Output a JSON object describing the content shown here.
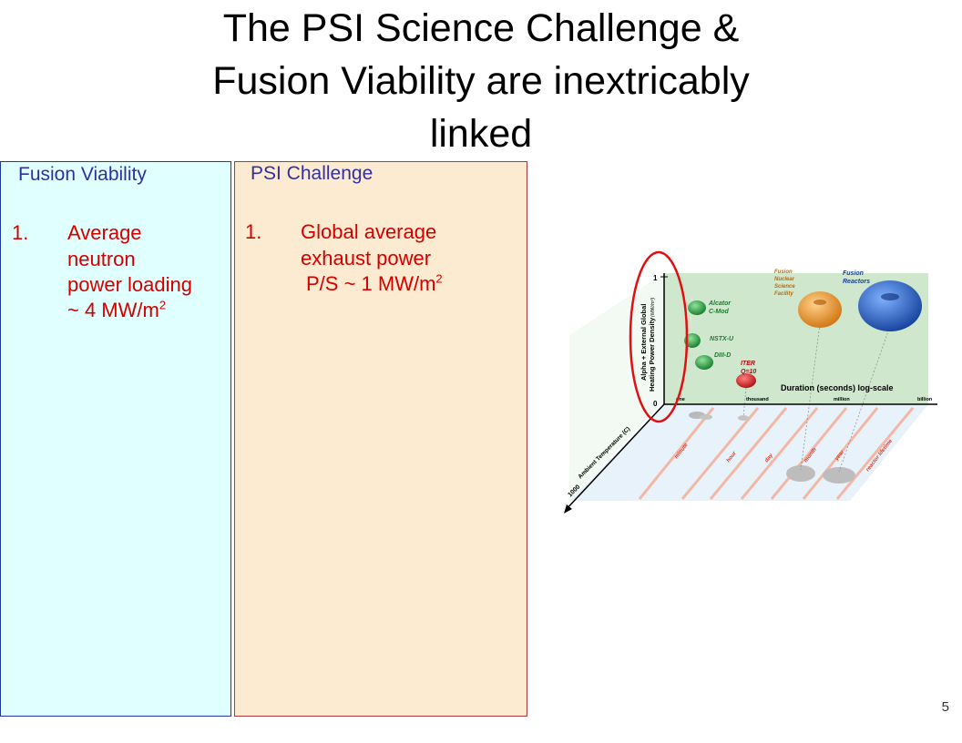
{
  "slide": {
    "title_line1": "The PSI Science Challenge &",
    "title_line2": "Fusion Viability are inextricably",
    "title_line3": "linked",
    "page_number": "5"
  },
  "left_panel": {
    "heading": "Fusion Viability",
    "item_number": "1.",
    "item_lines": [
      "Average",
      "neutron",
      "power loading"
    ],
    "item_value": "~ 4 MW/m",
    "item_sup": "2"
  },
  "right_panel": {
    "heading": "PSI Challenge",
    "item_number": "1.",
    "item_lines": [
      "Global average",
      "exhaust power"
    ],
    "item_value": "P/S ~ 1 MW/m",
    "item_sup": "2"
  },
  "figure": {
    "y_axis_label_1": "Alpha + External Global",
    "y_axis_label_2": "Heating Power Density",
    "y_axis_unit": "(MW/m³)",
    "y_tick_top": "1",
    "y_tick_bottom": "0",
    "x_axis_label": "Duration (seconds) log-scale",
    "x_ticks": [
      "one",
      "thousand",
      "million",
      "billion"
    ],
    "z_axis_label": "Ambient Temperature (C)",
    "z_tick": "1000",
    "floor_labels": [
      "minute",
      "hour",
      "day",
      "month",
      "year",
      "reactor lifetime"
    ],
    "devices": [
      {
        "name_1": "Alcator",
        "name_2": "C-Mod",
        "color": "#1e9a3a"
      },
      {
        "name_1": "NSTX-U",
        "name_2": "",
        "color": "#1e9a3a"
      },
      {
        "name_1": "DIII-D",
        "name_2": "",
        "color": "#1e9a3a"
      },
      {
        "name_1": "ITER",
        "name_2": "Q=10",
        "color": "#d01818"
      },
      {
        "name_1": "Fusion",
        "name_2": "Nuclear",
        "name_3": "Science",
        "name_4": "Facility",
        "color": "#e88a1a"
      },
      {
        "name_1": "Fusion",
        "name_2": "Reactors",
        "color": "#1a4fb0"
      }
    ],
    "highlight_color": "#e01010"
  }
}
